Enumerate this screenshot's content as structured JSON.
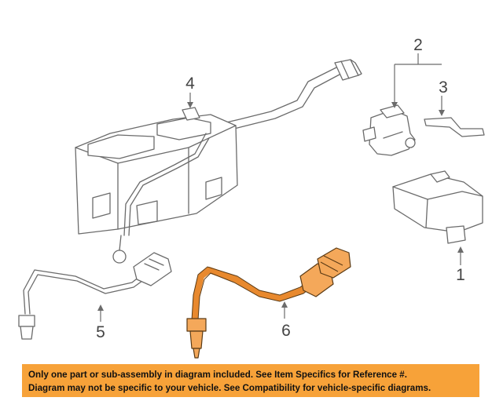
{
  "callouts": {
    "c1": "1",
    "c2": "2",
    "c3": "3",
    "c4": "4",
    "c5": "5",
    "c6": "6"
  },
  "disclaimer": {
    "line1": "Only one part or sub-assembly in diagram included. See Item Specifics for Reference #.",
    "line2": "Diagram may not be specific to your vehicle. See Compatibility for vehicle-specific diagrams."
  },
  "colors": {
    "highlight_part": "#f4a85a",
    "banner_background": "#f7a239",
    "line_art": "#6b6b6b"
  }
}
